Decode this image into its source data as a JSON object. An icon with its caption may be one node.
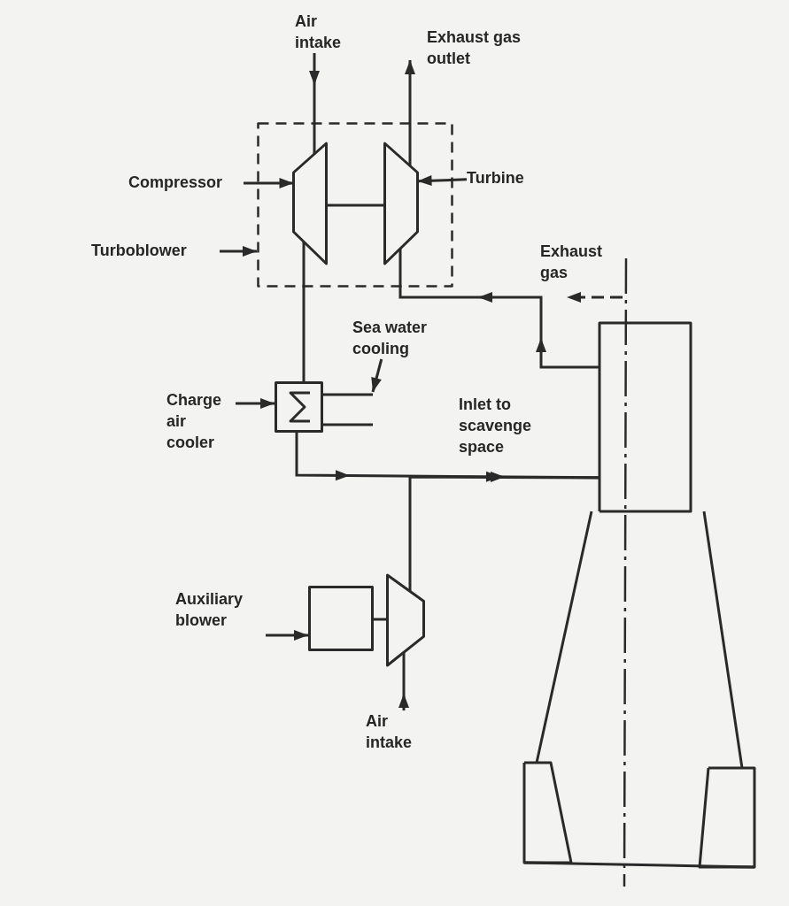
{
  "diagram": {
    "nodes": [
      {
        "text": [
          "Air intake"
        ]
      },
      {
        "text": [
          "Exhaust gas outlet"
        ]
      },
      {
        "text": [
          "Compressor"
        ]
      },
      {
        "text": [
          "Turbine"
        ]
      },
      {
        "text": [
          "Turboblower"
        ]
      },
      {
        "text": [],
        "shape": "box"
      },
      {
        "text": [],
        "shape": "trapezoid",
        "in": 5
      },
      {
        "text": [],
        "shape": "trapezoid",
        "in": 5
      },
      {
        "text": [
          "Sea water cooling"
        ]
      },
      {
        "text": [
          "Charge air cooler"
        ]
      },
      {
        "text": [],
        "shape": "box"
      },
      {
        "text": [],
        "shape": "engine"
      },
      {
        "text": [
          "Auxiliary blower"
        ]
      },
      {
        "text": [],
        "shape": "box"
      },
      {
        "text": [],
        "shape": "trapezoid"
      },
      {
        "text": [
          "Air intake"
        ]
      }
    ],
    "edges": [
      {
        "from": 0,
        "to": 6,
        "arrow": "to"
      },
      {
        "from": 7,
        "to": 1,
        "arrow": "to"
      },
      {
        "from": 2,
        "to": 6,
        "arrow": "to"
      },
      {
        "from": 3,
        "to": 7,
        "arrow": "to"
      },
      {
        "from": 4,
        "to": 5,
        "arrow": "to"
      },
      {
        "from": 6,
        "to": 7,
        "arrow": "none"
      },
      {
        "from": 6,
        "to": 10,
        "arrow": "none"
      },
      {
        "from": 10,
        "to": 11,
        "arrow": "to"
      },
      {
        "from": 14,
        "to": 11,
        "arrow": "to"
      },
      {
        "from": 15,
        "to": 14,
        "arrow": "to"
      },
      {
        "from": 11,
        "to": 7,
        "arrow": "to"
      },
      {
        "from": 11,
        "to": null,
        "arrow": "to",
        "style": "dashed",
        "label": "Exhaust gas"
      },
      {
        "from": 9,
        "to": 10,
        "arrow": "to"
      },
      {
        "from": 8,
        "to": 10,
        "arrow": "to"
      },
      {
        "from": 12,
        "to": 13,
        "arrow": "to"
      },
      {
        "from": 13,
        "to": 14,
        "arrow": "none"
      }
    ],
    "labels": [
      "Inlet to scavenge space"
    ]
  }
}
